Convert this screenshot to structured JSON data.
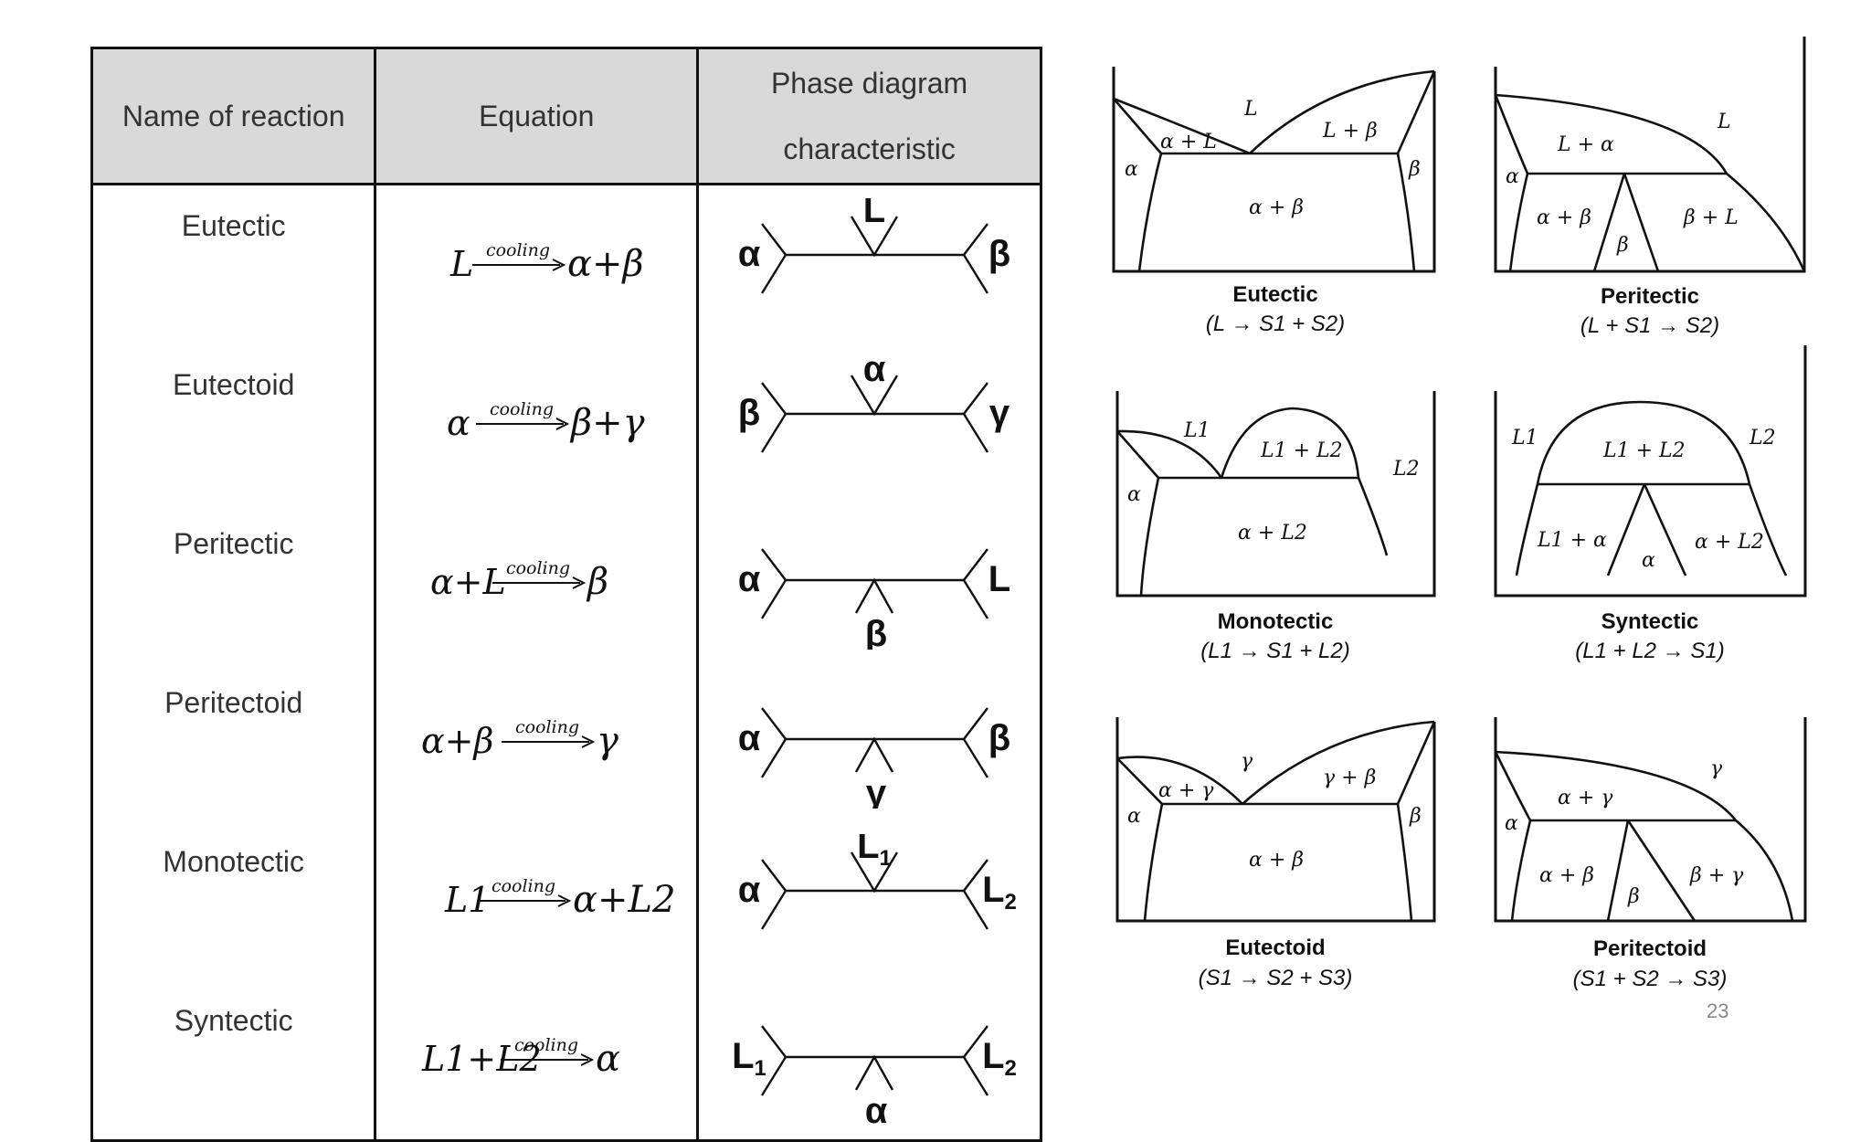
{
  "table": {
    "headers": {
      "name": "Name of reaction",
      "equation": "Equation",
      "phase_line1": "Phase diagram",
      "phase_line2": "characteristic"
    },
    "cooling_label": "cooling",
    "rows": [
      {
        "name": "Eutectic",
        "eq_left": "L",
        "eq_right": "α+β",
        "left": "α",
        "top": "L",
        "right": "β",
        "bottom": ""
      },
      {
        "name": "Eutectoid",
        "eq_left": "α",
        "eq_right": "β+γ",
        "left": "β",
        "top": "α",
        "right": "γ",
        "bottom": ""
      },
      {
        "name": "Peritectic",
        "eq_left": "α+L",
        "eq_right": "β",
        "left": "α",
        "top": "",
        "right": "L",
        "bottom": "β"
      },
      {
        "name": "Peritectoid",
        "eq_left": "α+β",
        "eq_right": "γ",
        "left": "α",
        "top": "",
        "right": "β",
        "bottom": "γ"
      },
      {
        "name": "Monotectic",
        "eq_left": "L1",
        "eq_right": "α+L2",
        "left": "α",
        "top": "L1",
        "right": "L2",
        "bottom": ""
      },
      {
        "name": "Syntectic",
        "eq_left": "L1+L2",
        "eq_right": "α",
        "left": "L1",
        "top": "",
        "right": "L2",
        "bottom": "α"
      }
    ]
  },
  "diagrams": {
    "eutectic": {
      "title": "Eutectic",
      "eq": "(L → S1 + S2)",
      "L": "L",
      "aL": "α + L",
      "LB": "L + β",
      "a": "α",
      "b": "β",
      "ab": "α + β"
    },
    "peritectic": {
      "title": "Peritectic",
      "eq": "(L + S1 → S2)",
      "L": "L",
      "La": "L + α",
      "a": "α",
      "ab": "α + β",
      "bL": "β + L",
      "b": "β"
    },
    "monotectic": {
      "title": "Monotectic",
      "eq": "(L1 → S1 + L2)",
      "L1": "L1",
      "L1L2": "L1 + L2",
      "L2": "L2",
      "a": "α",
      "aL2": "α + L2"
    },
    "syntectic": {
      "title": "Syntectic",
      "eq": "(L1 + L2 → S1)",
      "L1": "L1",
      "L1L2": "L1 + L2",
      "L2": "L2",
      "L1a": "L1 + α",
      "a": "α",
      "aL2": "α + L2"
    },
    "eutectoid": {
      "title": "Eutectoid",
      "eq": "(S1 → S2 + S3)",
      "g": "γ",
      "ag": "α + γ",
      "gb": "γ + β",
      "a": "α",
      "b": "β",
      "ab": "α + β"
    },
    "peritectoid": {
      "title": "Peritectoid",
      "eq": "(S1 + S2 → S3)",
      "g": "γ",
      "ag": "α + γ",
      "a": "α",
      "ab": "α + β",
      "bg": "β + γ",
      "b": "β"
    }
  },
  "slide_number": "23"
}
